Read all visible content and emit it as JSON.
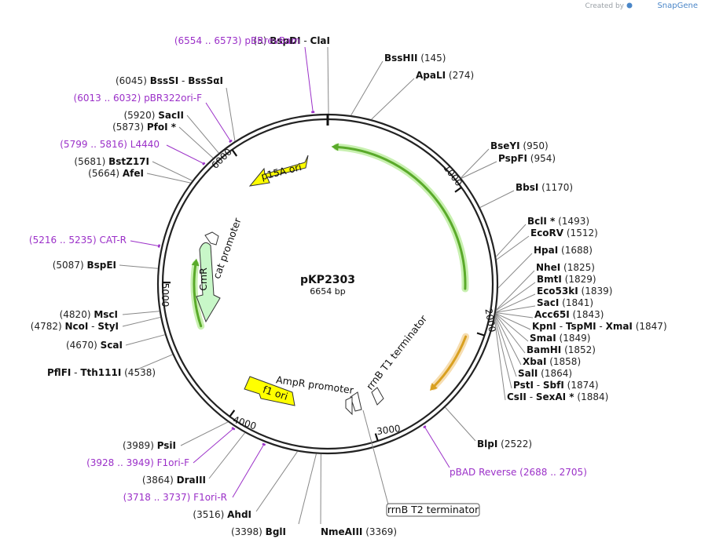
{
  "credit": {
    "prefix": "Created by",
    "brand": "SnapGene"
  },
  "plasmid": {
    "name": "pKP2303",
    "size_label": "6654 bp",
    "length": 6654
  },
  "ticks": [
    {
      "pos": 1000,
      "label": "1000"
    },
    {
      "pos": 2000,
      "label": "2000"
    },
    {
      "pos": 3000,
      "label": "3000"
    },
    {
      "pos": 4000,
      "label": "4000"
    },
    {
      "pos": 5000,
      "label": "5000"
    },
    {
      "pos": 6000,
      "label": "6000"
    }
  ],
  "sites": [
    {
      "name": "BspDI",
      "name2": "ClaI",
      "pos": 5,
      "pos_label": "(5)"
    },
    {
      "name": "BssHII",
      "pos": 145,
      "pos_label": "(145)"
    },
    {
      "name": "ApaLI",
      "pos": 274,
      "pos_label": "(274)"
    },
    {
      "name": "BseYI",
      "pos": 950,
      "pos_label": "(950)"
    },
    {
      "name": "PspFI",
      "pos": 954,
      "pos_label": "(954)"
    },
    {
      "name": "BbsI",
      "pos": 1170,
      "pos_label": "(1170)"
    },
    {
      "name": "BclI *",
      "pos": 1493,
      "pos_label": "(1493)"
    },
    {
      "name": "EcoRV",
      "pos": 1512,
      "pos_label": "(1512)"
    },
    {
      "name": "HpaI",
      "pos": 1688,
      "pos_label": "(1688)"
    },
    {
      "name": "NheI",
      "pos": 1825,
      "pos_label": "(1825)"
    },
    {
      "name": "BmtI",
      "pos": 1829,
      "pos_label": "(1829)"
    },
    {
      "name": "Eco53kI",
      "pos": 1839,
      "pos_label": "(1839)"
    },
    {
      "name": "SacI",
      "pos": 1841,
      "pos_label": "(1841)"
    },
    {
      "name": "Acc65I",
      "pos": 1843,
      "pos_label": "(1843)"
    },
    {
      "name": "KpnI",
      "name2": "TspMI",
      "name3": "XmaI",
      "pos": 1847,
      "pos_label": "(1847)"
    },
    {
      "name": "SmaI",
      "pos": 1849,
      "pos_label": "(1849)"
    },
    {
      "name": "BamHI",
      "pos": 1852,
      "pos_label": "(1852)"
    },
    {
      "name": "XbaI",
      "pos": 1858,
      "pos_label": "(1858)"
    },
    {
      "name": "SalI",
      "pos": 1864,
      "pos_label": "(1864)"
    },
    {
      "name": "PstI",
      "name2": "SbfI",
      "pos": 1874,
      "pos_label": "(1874)"
    },
    {
      "name": "CsII",
      "name2": "SexAI *",
      "pos": 1884,
      "pos_label": "(1884)"
    },
    {
      "name": "BlpI",
      "pos": 2522,
      "pos_label": "(2522)"
    },
    {
      "name": "NmeAIII",
      "pos": 3369,
      "pos_label": "(3369)"
    },
    {
      "name": "BglI",
      "pos": 3398,
      "pos_label": "(3398)"
    },
    {
      "name": "AhdI",
      "pos": 3516,
      "pos_label": "(3516)"
    },
    {
      "name": "DraIII",
      "pos": 3864,
      "pos_label": "(3864)"
    },
    {
      "name": "PsiI",
      "pos": 3989,
      "pos_label": "(3989)"
    },
    {
      "name": "PflFI",
      "name2": "Tth111I",
      "pos": 4538,
      "pos_label": "(4538)"
    },
    {
      "name": "ScaI",
      "pos": 4670,
      "pos_label": "(4670)"
    },
    {
      "name": "NcoI",
      "name2": "StyI",
      "pos": 4782,
      "pos_label": "(4782)"
    },
    {
      "name": "MscI",
      "pos": 4820,
      "pos_label": "(4820)"
    },
    {
      "name": "BspEI",
      "pos": 5087,
      "pos_label": "(5087)"
    },
    {
      "name": "AfeI",
      "pos": 5664,
      "pos_label": "(5664)"
    },
    {
      "name": "BstZ17I",
      "pos": 5681,
      "pos_label": "(5681)"
    },
    {
      "name": "PfoI *",
      "pos": 5873,
      "pos_label": "(5873)"
    },
    {
      "name": "SacII",
      "pos": 5920,
      "pos_label": "(5920)"
    },
    {
      "name": "BssSI",
      "name2": "BssSαI",
      "pos": 6045,
      "pos_label": "(6045)"
    }
  ],
  "primers": [
    {
      "name": "pBRrevBam",
      "range": "(6554 .. 6573)",
      "start": 6554,
      "end": 6573
    },
    {
      "name": "pBR322ori-F",
      "range": "(6013 .. 6032)",
      "start": 6013,
      "end": 6032
    },
    {
      "name": "L4440",
      "range": "(5799 .. 5816)",
      "start": 5799,
      "end": 5816
    },
    {
      "name": "CAT-R",
      "range": "(5216 .. 5235)",
      "start": 5216,
      "end": 5235
    },
    {
      "name": "F1ori-F",
      "range": "(3928 .. 3949)",
      "start": 3928,
      "end": 3949
    },
    {
      "name": "F1ori-R",
      "range": "(3718 .. 3737)",
      "start": 3718,
      "end": 3737
    },
    {
      "name": "pBAD Reverse",
      "range": "(2688 .. 2705)",
      "start": 2688,
      "end": 2705
    }
  ],
  "features": [
    {
      "name": "p15A ori",
      "kind": "origin",
      "color": "#ffff00"
    },
    {
      "name": "CmR",
      "kind": "cds",
      "color": "#c8f7c8"
    },
    {
      "name": "cat promoter",
      "kind": "promoter",
      "color": "#ffffff"
    },
    {
      "name": "f1 ori",
      "kind": "origin",
      "color": "#ffff00"
    },
    {
      "name": "AmpR promoter",
      "kind": "promoter",
      "color": "#ffffff"
    },
    {
      "name": "rrnB T1 terminator",
      "kind": "terminator",
      "color": "#ffffff"
    },
    {
      "name": "rrnB T2 terminator",
      "kind": "terminator",
      "color": "#ffffff"
    },
    {
      "name": "green-arc-top",
      "kind": "misc",
      "color": "#5aaa2a"
    },
    {
      "name": "green-arc-left",
      "kind": "misc",
      "color": "#5aaa2a"
    },
    {
      "name": "orange-arc",
      "kind": "misc",
      "color": "#d9a020"
    }
  ],
  "colors": {
    "primer": "#9b30c8",
    "backbone": "#222222",
    "leader": "#888888"
  }
}
